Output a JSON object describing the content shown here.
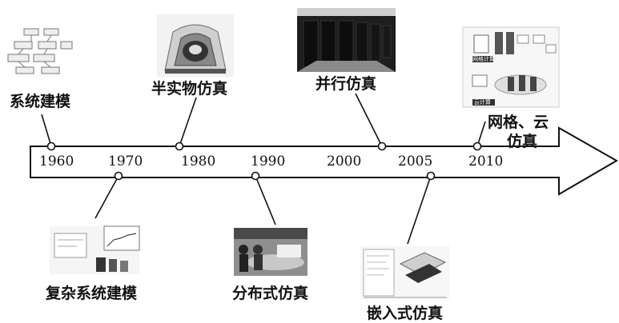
{
  "years": [
    "1960",
    "1970",
    "1980",
    "1990",
    "2000",
    "2005",
    "2010"
  ],
  "milestones": {
    "system_modeling": "系统建模",
    "semi_physical": "半实物仿真",
    "parallel": "并行仿真",
    "grid_cloud_line1": "网格、云",
    "grid_cloud_line2": "仿真",
    "complex_modeling": "复杂系统建模",
    "distributed": "分布式仿真",
    "embedded": "嵌入式仿真"
  },
  "cloud_panel": {
    "grid_computing": "网格计算",
    "cloud_computing": "云计算"
  },
  "colors": {
    "outline": "#111111",
    "image_gray": "#9a9a9a",
    "dark_image": "#1e1e1e"
  }
}
